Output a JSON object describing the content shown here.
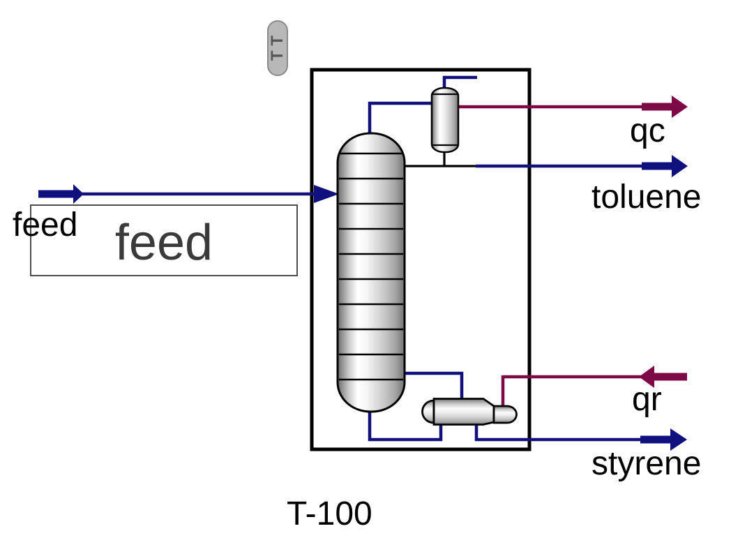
{
  "labels": {
    "feed_stream": "feed",
    "qc_stream": "qc",
    "toluene_stream": "toluene",
    "qr_stream": "qr",
    "styrene_stream": "styrene",
    "column_name": "T-100",
    "annotation_text": "feed",
    "tt_badge": "TT"
  },
  "colors": {
    "material_stream": "#10107E",
    "energy_stream": "#7D0A46",
    "outline": "#000000",
    "badge_fill": "#B8B8B8",
    "badge_border": "#8A8A8A",
    "annotation_text_color": "#3A3A3A",
    "annotation_border": "#4D4D4D"
  }
}
